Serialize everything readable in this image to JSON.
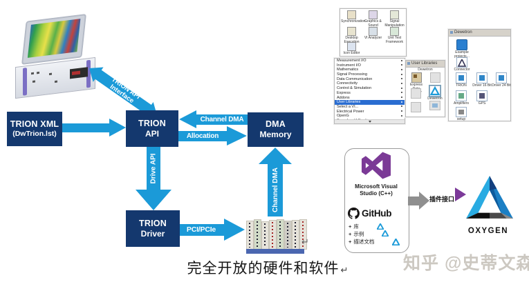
{
  "colors": {
    "box_navy": "#14386e",
    "arrow_blue": "#1b9ad8",
    "vs_purple": "#7b3a96",
    "oxygen_blue": "#29abe2",
    "selected_row_blue": "#2a6dd1",
    "plugin_arrow_gray": "#8f8f8f"
  },
  "flow": {
    "trion_xml_line1": "TRION XML",
    "trion_xml_line2": "(DwTrion.lst)",
    "trion_api_line1": "TRION",
    "trion_api_line2": "API",
    "dma_memory_line1": "DMA",
    "dma_memory_line2": "Memory",
    "trion_driver_line1": "TRION",
    "trion_driver_line2": "Driver",
    "interface_arrow_line1": "TRION API",
    "interface_arrow_line2": "Interface",
    "channel_dma_top": "Channel DMA",
    "allocation": "Allocation",
    "drive_api": "Drive API",
    "channel_dma_up": "Channel DMA",
    "pci_pcie": "PCI/PCIe",
    "return_mark": "↵"
  },
  "caption": {
    "text": "完全开放的硬件和软件",
    "return_mark": "↵"
  },
  "labview": {
    "addons": {
      "items": [
        "Synchronization",
        "Graphics & Sound",
        "Signal Manipulation",
        "Desktop Execution Tra...",
        "VI Analyzer",
        "Unit Test Framework",
        "Icon Editor"
      ]
    },
    "categories": [
      "Measurement I/O",
      "Instrument I/O",
      "Mathematics",
      "Signal Processing",
      "Data Communication",
      "Connectivity",
      "Control & Simulation",
      "Express",
      "Addons",
      "User Libraries",
      "Select a VI...",
      "Electrical Power",
      "OpenG",
      "Sound and Vibration"
    ],
    "user_lib_palette": {
      "title": "User Libraries",
      "group": "Dewetron",
      "item1": "Express Data Library",
      "item2": "Dewetron"
    },
    "dewetron_palette": {
      "title": "Dewetron",
      "items": [
        "Example projects...",
        "Connector",
        "TRION",
        "Driver 16 Bit",
        "Driver 24 Bit",
        "Amplifiers",
        "GPS",
        "setup"
      ]
    }
  },
  "sdk": {
    "vs_line1": "Microsoft Visual",
    "vs_line2": "Studio (C++)",
    "github": "GitHub",
    "bullet_marker": "+",
    "bullets": [
      "库",
      "示例",
      "描述文档"
    ],
    "plugin_label": "插件接口"
  },
  "oxygen_label": "OXYGEN",
  "watermark": "知乎 @史蒂文森"
}
